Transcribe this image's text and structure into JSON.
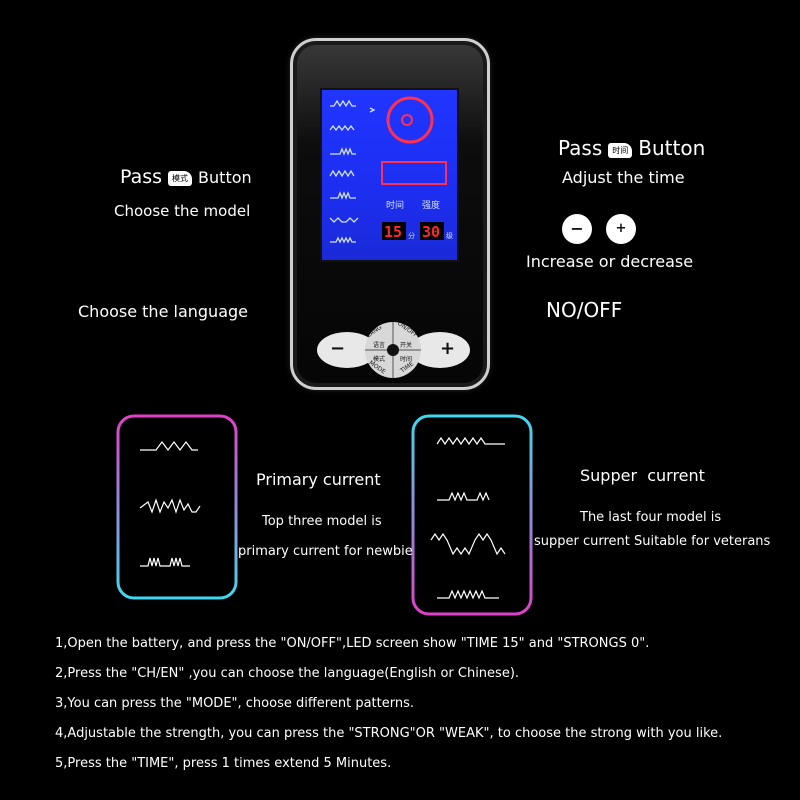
{
  "left_callout": {
    "pass_word": "Pass",
    "chip": "模式",
    "button_word": "Button",
    "sub": "Choose the model"
  },
  "right_callout": {
    "pass_word": "Pass",
    "chip": "时间",
    "button_word": "Button",
    "sub": "Adjust the time"
  },
  "incdec": {
    "minus": "−",
    "plus": "+",
    "label": "Increase or decrease"
  },
  "language_label": "Choose the language",
  "onoff_label": "NO/OFF",
  "lcd": {
    "time_label": "时间",
    "strength_label": "强度",
    "time_value": "15",
    "time_unit": "分",
    "strength_value": "30",
    "strength_unit": "级"
  },
  "keypad": {
    "minus": "−",
    "plus": "+",
    "lang_top": "LANG",
    "lang_cn": "语言",
    "on_top": "ON/OFF",
    "on_cn": "开关",
    "mode_cn": "模式",
    "mode_bottom": "MODE",
    "time_cn": "时间",
    "time_bottom": "TIME"
  },
  "primary": {
    "title": "Primary current",
    "line1": "Top three model is",
    "line2": "primary current for newbie"
  },
  "supper": {
    "title": "Supper  current",
    "line1": "The last four model is",
    "line2": "supper current Suitable for veterans"
  },
  "steps": [
    "1,Open the battery, and press the \"ON/OFF\",LED screen show \"TIME 15\" and \"STRONGS 0\".",
    "2,Press the \"CH/EN\" ,you can choose the language(English or Chinese).",
    "3,You can press the \"MODE\", choose different patterns.",
    "4,Adjustable the strength, you can press the \"STRONG\"OR \"WEAK\", to choose the strong with you like.",
    "5,Press the \"TIME\", press 1 times extend 5 Minutes."
  ],
  "colors": {
    "pink": "#e040c8",
    "cyan": "#40d8f0",
    "lcd_blue": "#2035ff",
    "digits": "#ff2a2a"
  }
}
